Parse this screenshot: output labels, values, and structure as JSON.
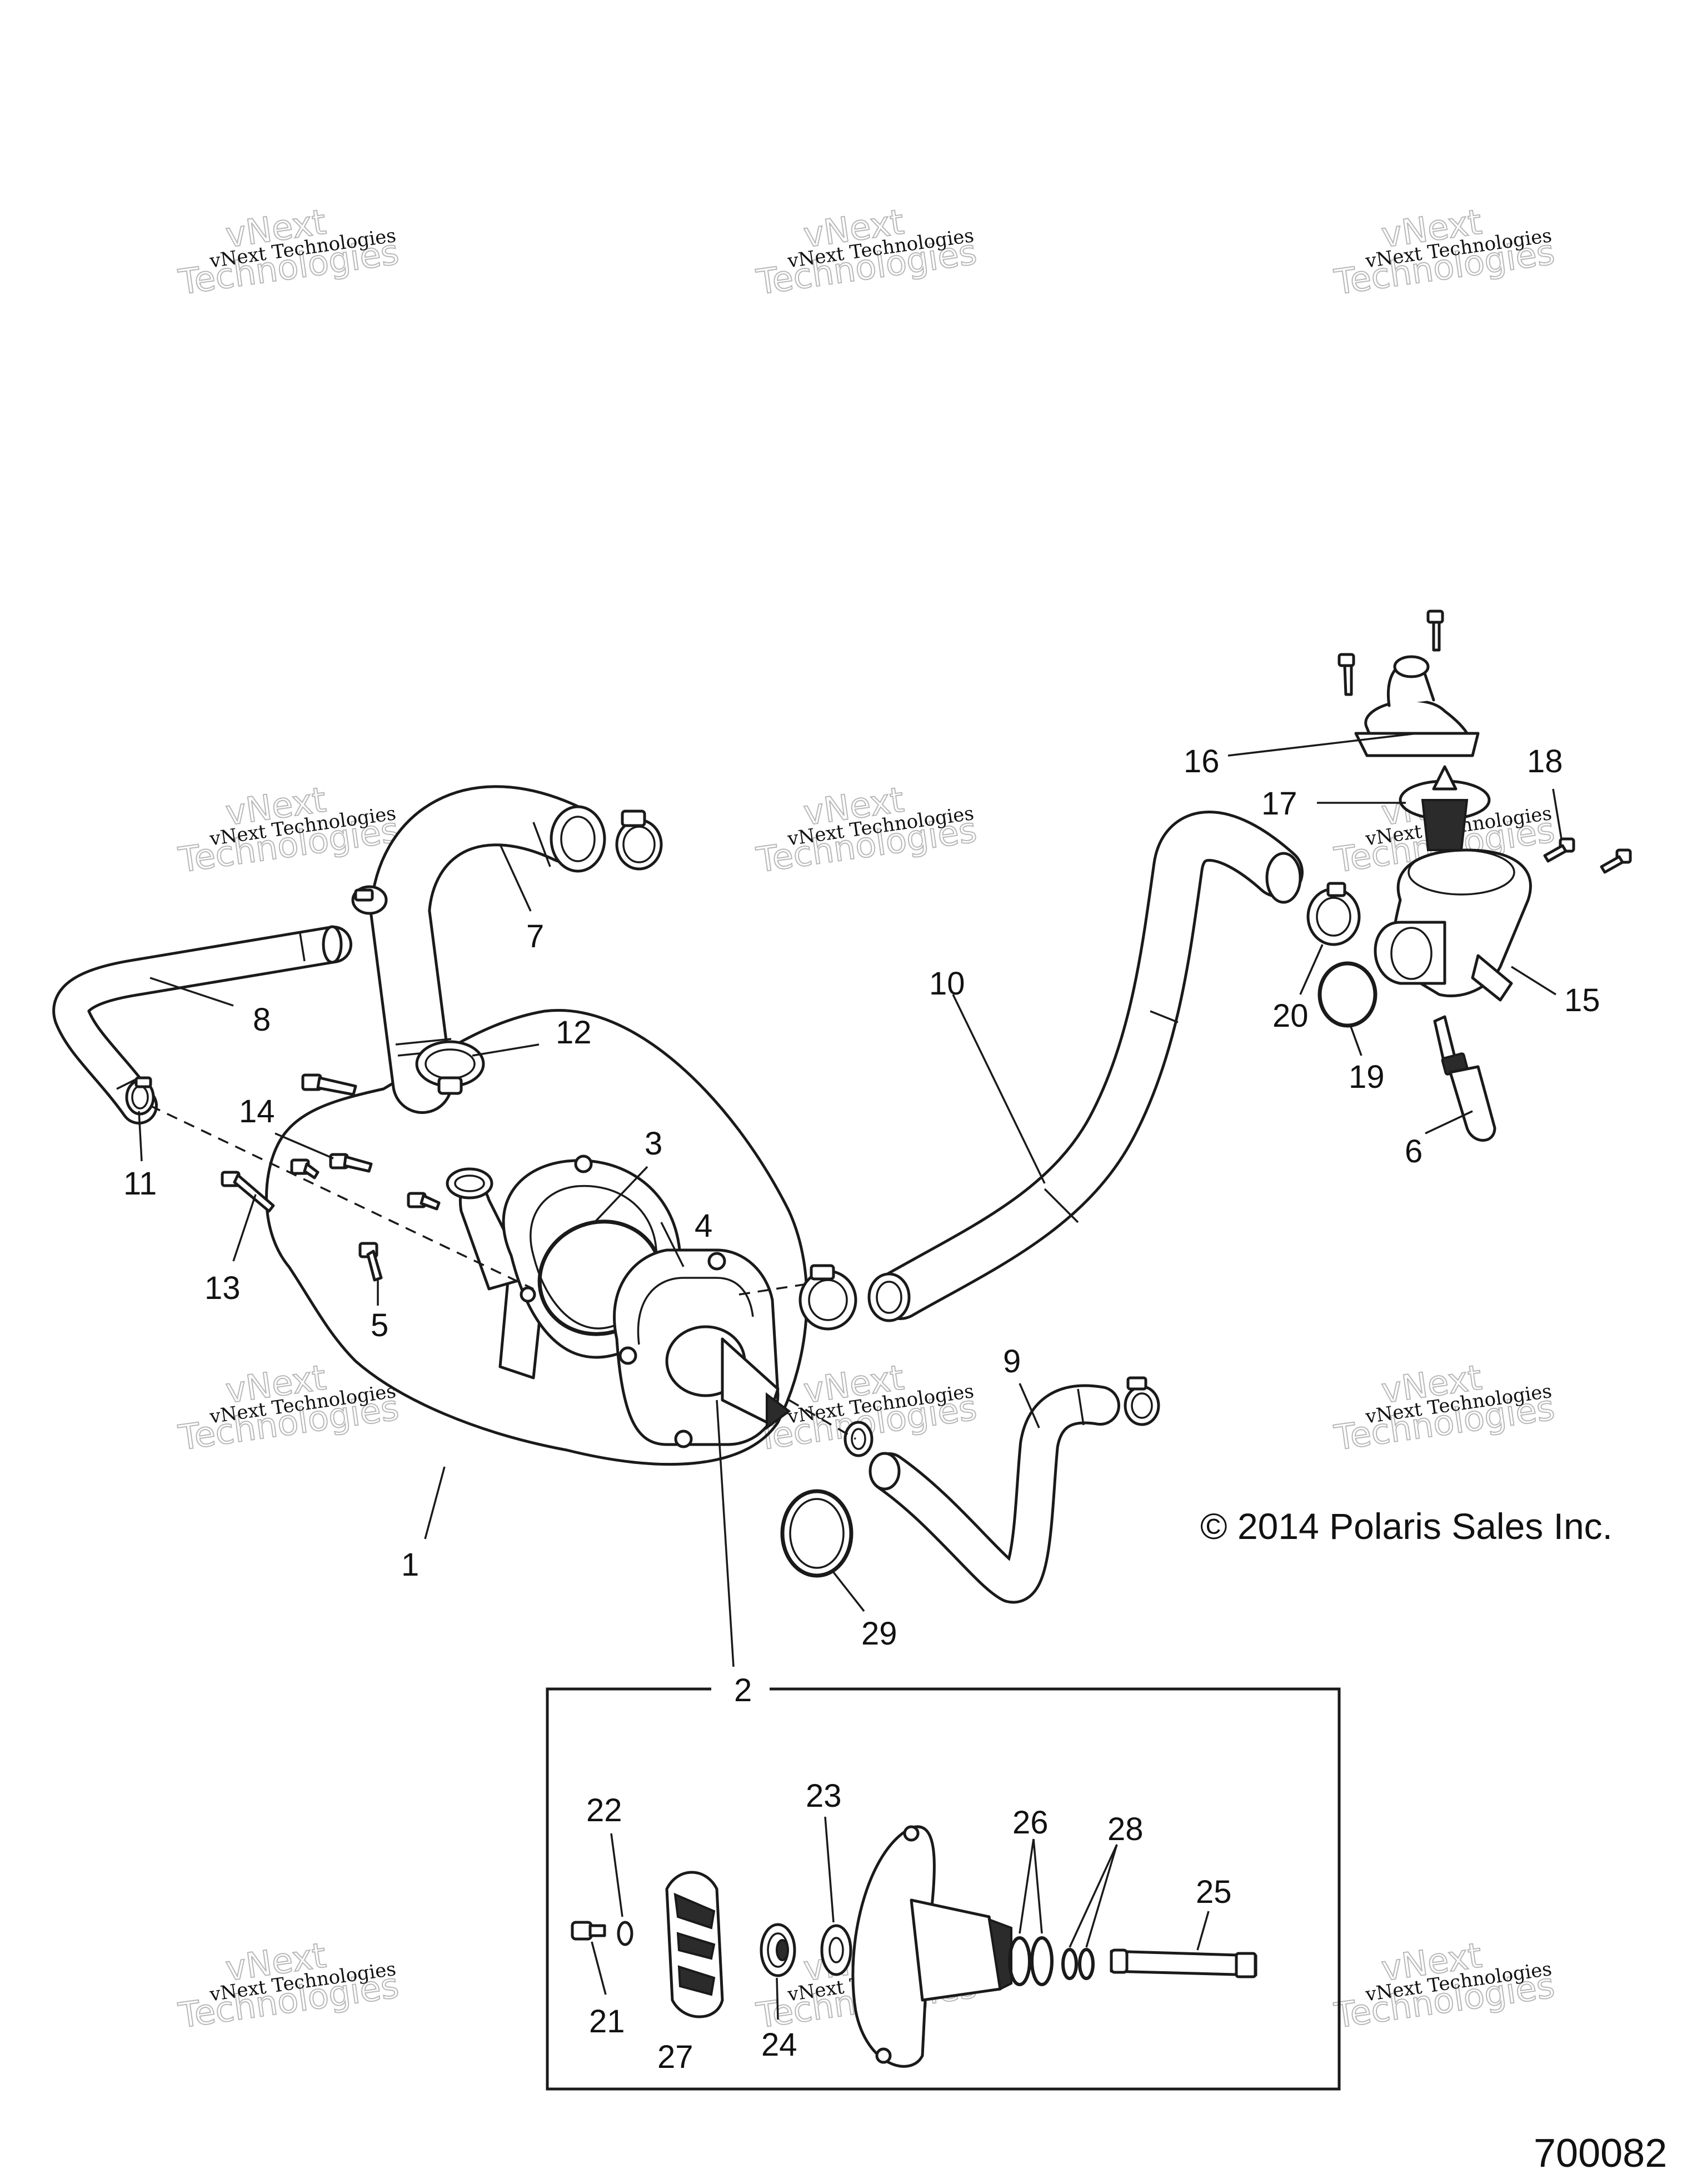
{
  "callouts": [
    "1",
    "2",
    "3",
    "4",
    "5",
    "6",
    "7",
    "8",
    "9",
    "10",
    "11",
    "12",
    "13",
    "14",
    "15",
    "16",
    "17",
    "18",
    "19",
    "20",
    "21",
    "22",
    "23",
    "24",
    "25",
    "26",
    "27",
    "28",
    "29"
  ],
  "copyright": "© 2014 Polaris Sales Inc.",
  "drawing_number": "700082",
  "watermark": {
    "line1": "vNext Technologies",
    "line2": "vNext",
    "line3": "Technologies"
  }
}
